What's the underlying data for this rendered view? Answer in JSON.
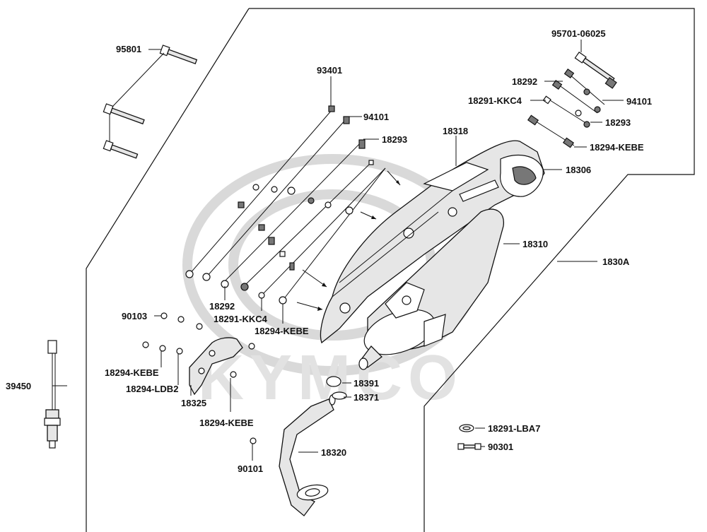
{
  "watermark": {
    "brand": "KYMCO"
  },
  "part_numbers": {
    "p95801": "95801",
    "p93401": "93401",
    "p94101_left": "94101",
    "p18293_left": "18293",
    "p18318": "18318",
    "p95701": "95701-06025",
    "p18292_right": "18292",
    "p18291_kkc4_right": "18291-KKC4",
    "p94101_right": "94101",
    "p18293_right": "18293",
    "p18294_kebe_right": "18294-KEBE",
    "p18306": "18306",
    "p18310": "18310",
    "p1830a": "1830A",
    "p18292_left": "18292",
    "p18291_kkc4_left": "18291-KKC4",
    "p18294_kebe_center": "18294-KEBE",
    "p90103": "90103",
    "p18294_kebe_left": "18294-KEBE",
    "p18294_ldb2": "18294-LDB2",
    "p18325": "18325",
    "p39450": "39450",
    "p18391": "18391",
    "p18371": "18371",
    "p18294_kebe_bottom": "18294-KEBE",
    "p90101": "90101",
    "p18320": "18320",
    "p18291_lba7": "18291-LBA7",
    "p90301": "90301"
  }
}
